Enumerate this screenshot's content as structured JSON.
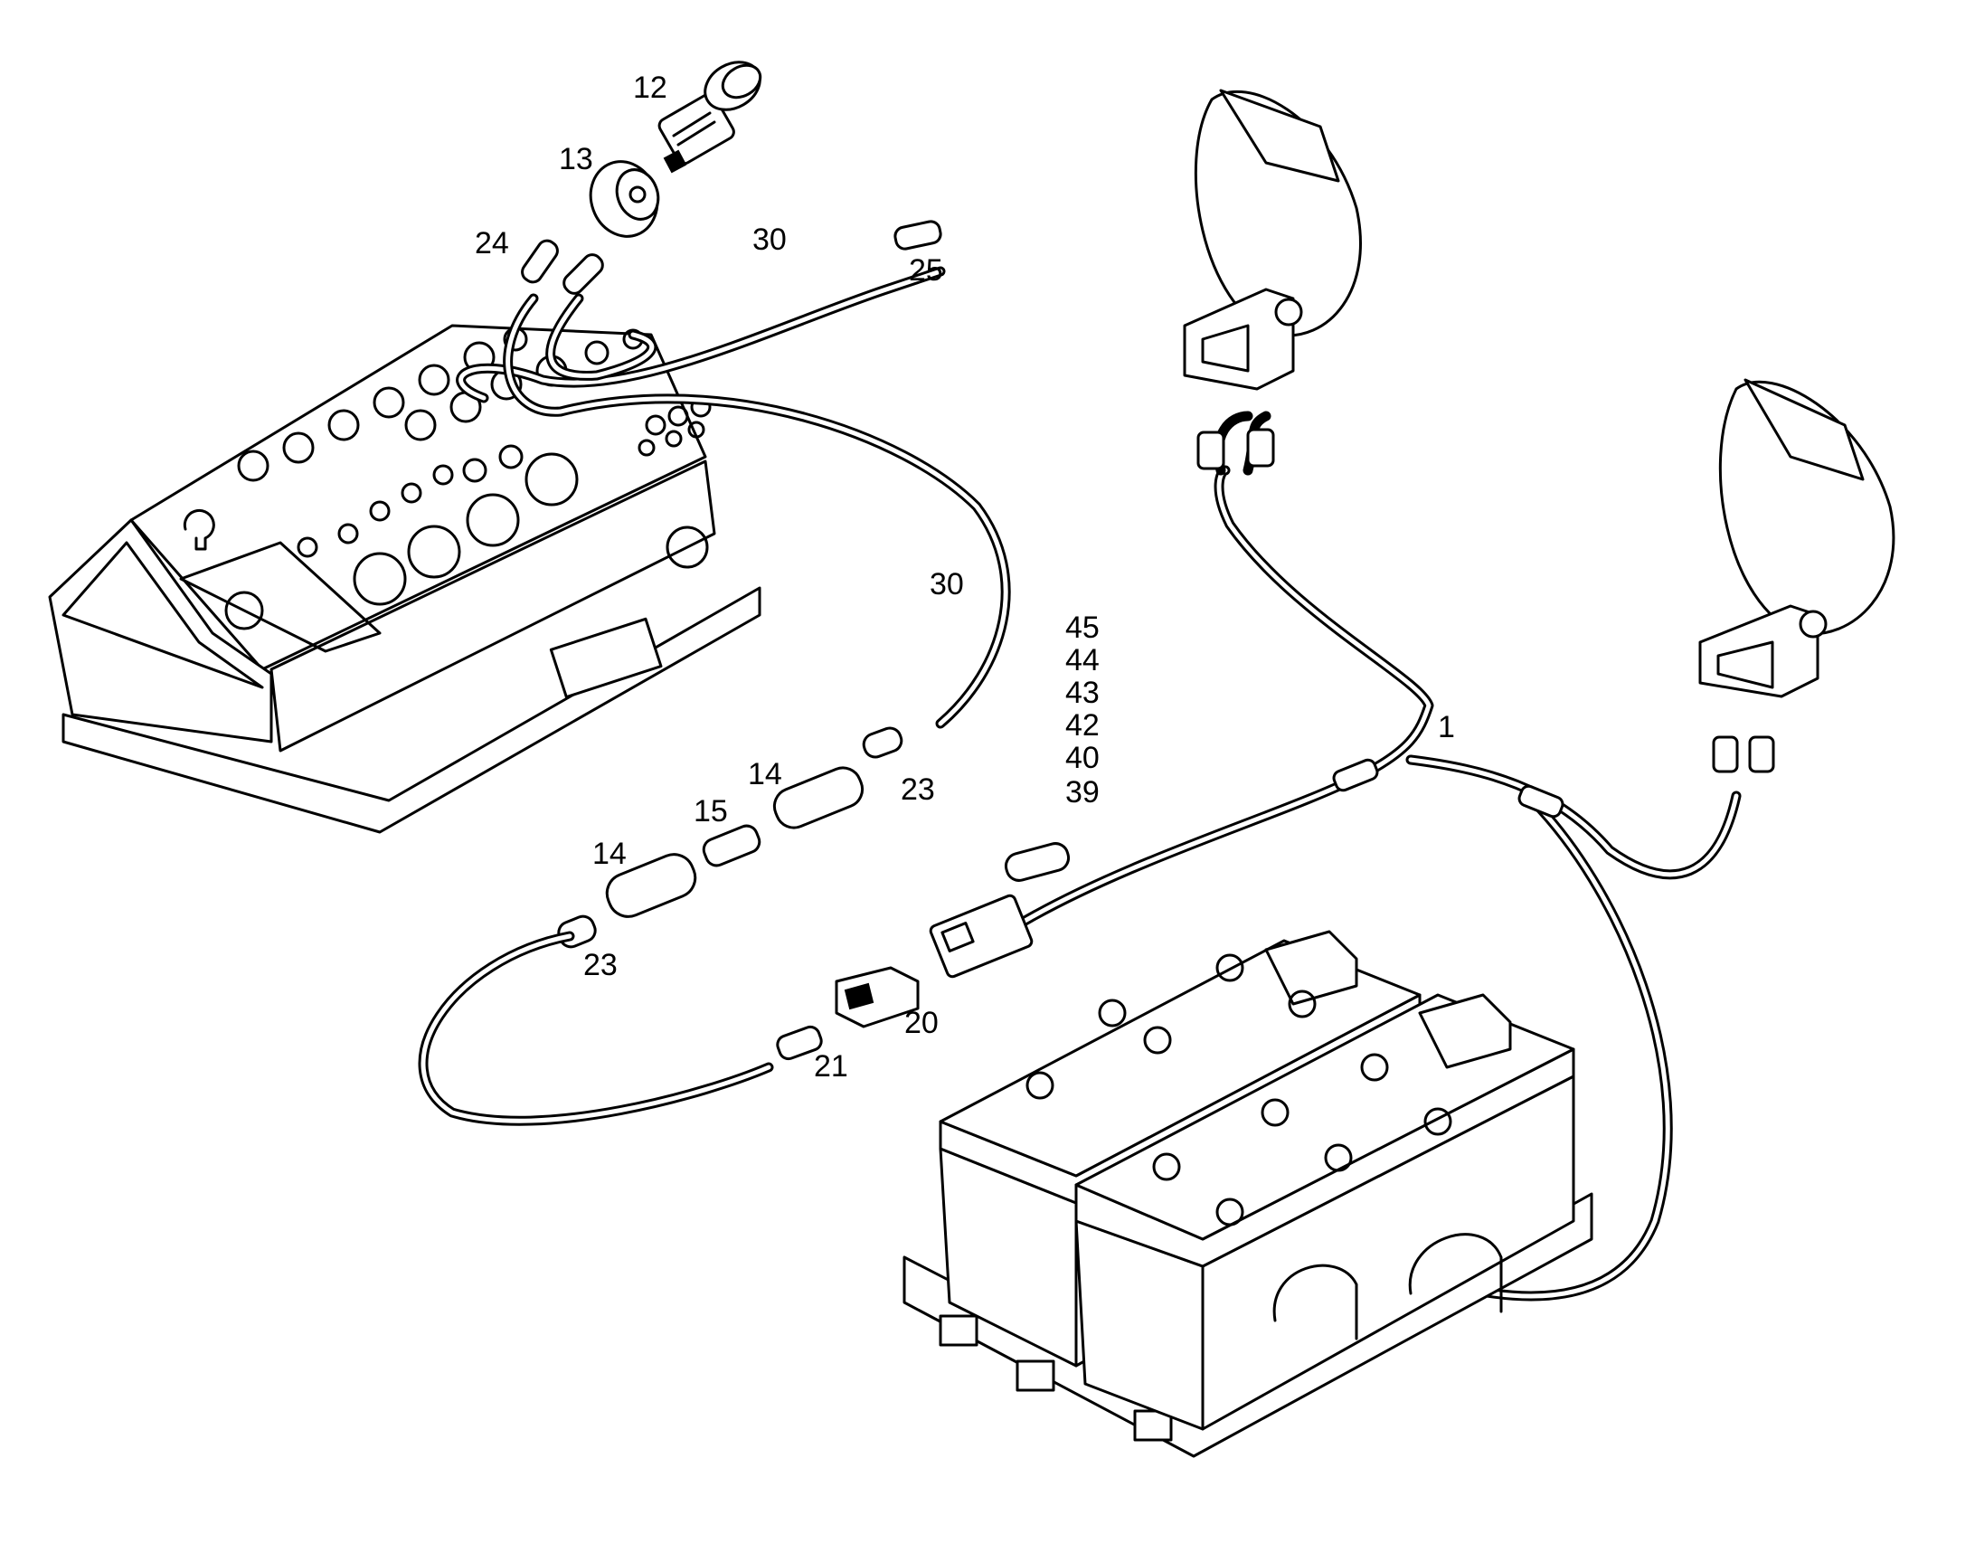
{
  "callouts": {
    "c1": "1",
    "c12": "12",
    "c13": "13",
    "c14a": "14",
    "c14b": "14",
    "c15": "15",
    "c20": "20",
    "c21": "21",
    "c23a": "23",
    "c23b": "23",
    "c24": "24",
    "c25": "25",
    "c30a": "30",
    "c30b": "30",
    "c39": "39",
    "c40": "40",
    "c42": "42",
    "c43": "43",
    "c44": "44",
    "c45": "45"
  },
  "colors": {
    "line": "#000000",
    "background": "#ffffff"
  }
}
